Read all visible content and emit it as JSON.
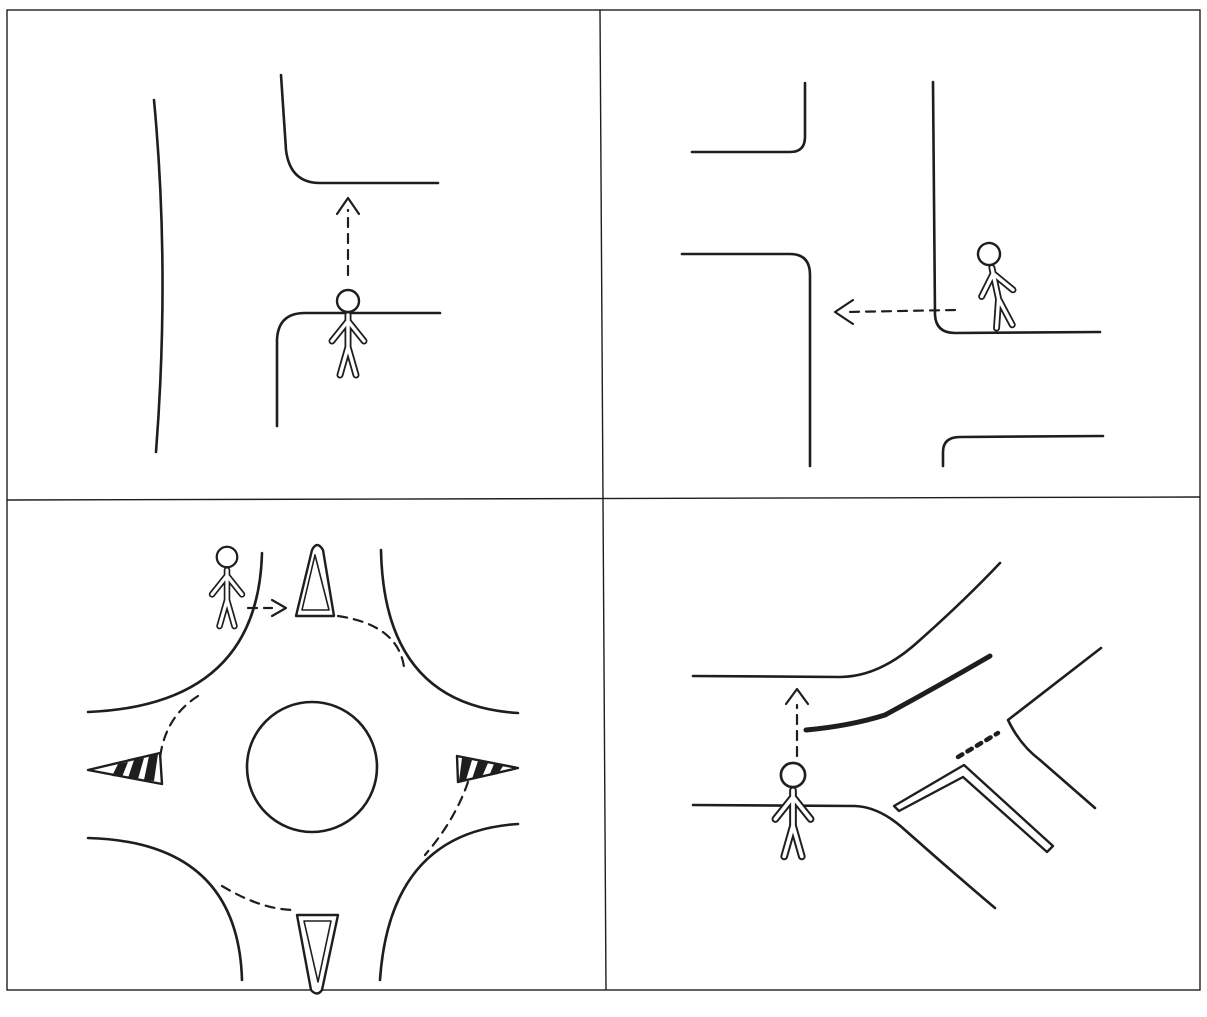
{
  "colors": {
    "ink": "#1e1e1e",
    "background": "#ffffff"
  },
  "panels": [
    {
      "id": "top-left",
      "scene": "t-junction",
      "pedestrian": "crossing-side-road",
      "direction": "up"
    },
    {
      "id": "top-right",
      "scene": "staggered-crossroads",
      "pedestrian": "crossing-side-road",
      "direction": "left"
    },
    {
      "id": "bottom-left",
      "scene": "roundabout",
      "pedestrian": "approaching-splitter-island",
      "direction": "right"
    },
    {
      "id": "bottom-right",
      "scene": "slip-road-junction",
      "pedestrian": "crossing-main-road",
      "direction": "up"
    }
  ],
  "icons": [
    "pedestrian-icon",
    "dashed-arrow-icon"
  ]
}
